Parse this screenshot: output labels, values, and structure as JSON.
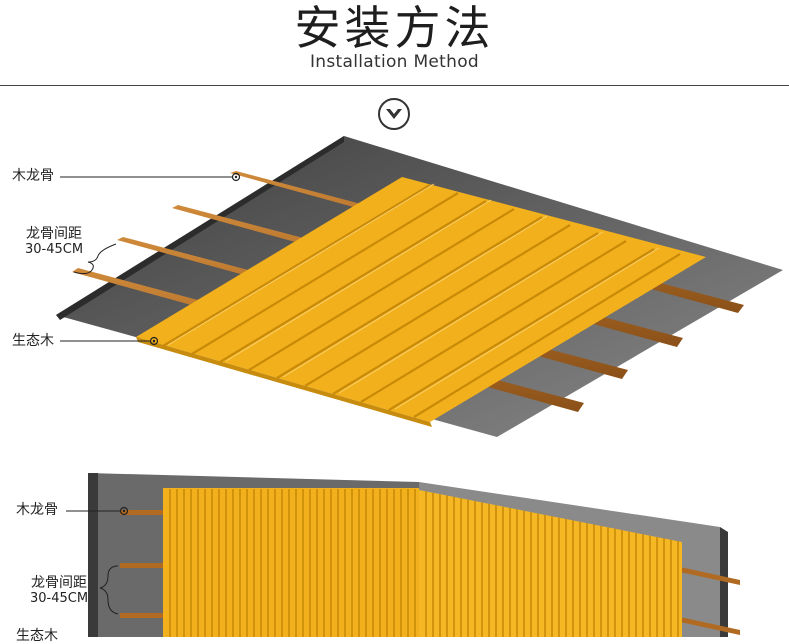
{
  "header": {
    "title": "安装方法",
    "subtitle": "Installation Method"
  },
  "icons": {
    "down": "chevron-down-circle-icon"
  },
  "diagram_top": {
    "label_keel": "木龙骨",
    "label_spacing": "龙骨间距",
    "label_spacing_value": "30-45CM",
    "label_panel": "生态木"
  },
  "diagram_bottom": {
    "label_keel": "木龙骨",
    "label_spacing": "龙骨间距",
    "label_spacing_value": "30-45CM",
    "label_panel": "生态木"
  },
  "colors": {
    "wall": "#4a4a4a",
    "panel": "#f2b01c",
    "keel": "#b06a22",
    "line": "#222222"
  }
}
